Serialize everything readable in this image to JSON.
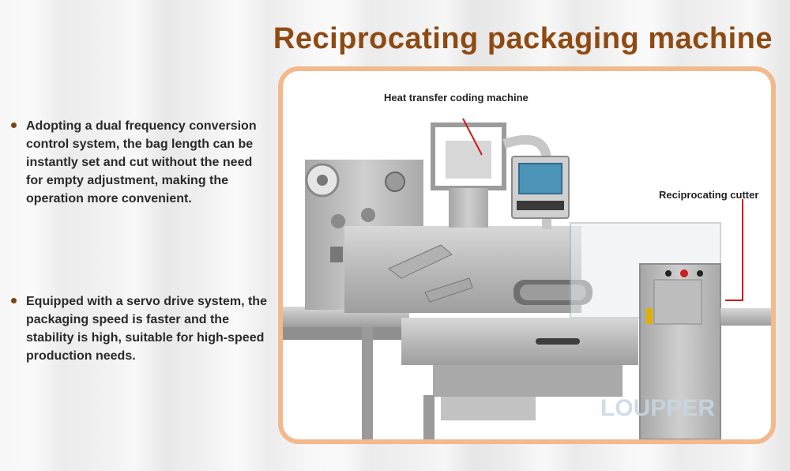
{
  "title": "Reciprocating packaging machine",
  "bullets": [
    {
      "text": "Adopting a dual frequency conversion control system, the bag length can be instantly set and cut without the need for empty adjustment, making the operation more convenient."
    },
    {
      "text": "Equipped with a servo drive system, the packaging speed is faster and the stability is high, suitable for high-speed production needs."
    }
  ],
  "image": {
    "labels": {
      "coding_machine": "Heat transfer coding machine",
      "cutter": "Reciprocating cutter"
    },
    "watermark": "LOUPPER",
    "icons": [
      "bullet-dot-icon"
    ]
  },
  "colors": {
    "title": "#8e4a12",
    "frame_border": "#f3b98c",
    "bullet_dot": "#7a4516",
    "callout_line": "#d01818"
  }
}
